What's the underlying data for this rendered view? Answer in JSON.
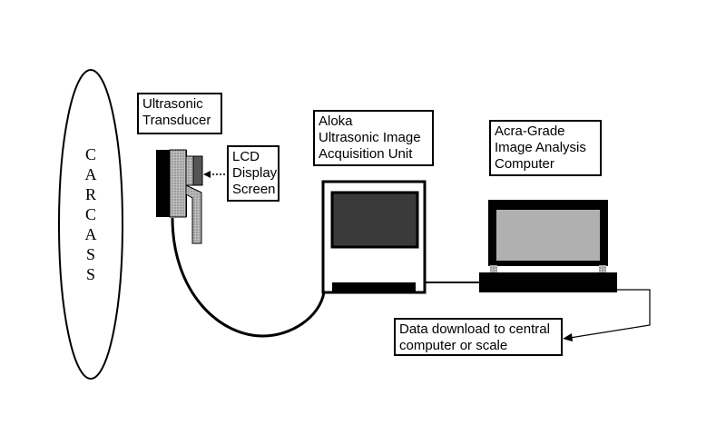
{
  "carcass": {
    "letters": [
      "C",
      "A",
      "R",
      "C",
      "A",
      "S",
      "S"
    ]
  },
  "labels": {
    "transducer": "Ultrasonic\nTransducer",
    "lcd": "LCD\nDisplay\nScreen",
    "aloka": "Aloka\nUltrasonic Image\nAcquisition Unit",
    "acra": "Acra-Grade\nImage Analysis\nComputer",
    "download": "Data download to central\ncomputer or scale"
  },
  "colors": {
    "ink": "#000000",
    "screen_dark": "#3a3a3a",
    "screen_grey": "#b0b0b0",
    "transducer_grey": "#a8a8a8"
  }
}
